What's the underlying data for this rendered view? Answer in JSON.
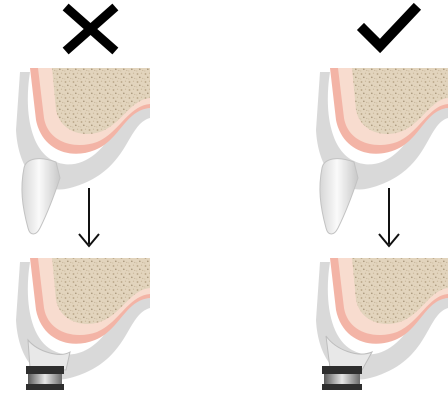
{
  "panels": [
    {
      "id": "incorrect",
      "verdict": "wrong",
      "symbol": "cross-mark",
      "symbol_color": "#000000"
    },
    {
      "id": "correct",
      "verdict": "right",
      "symbol": "check-mark",
      "symbol_color": "#000000"
    }
  ],
  "stages": [
    "natural-tooth-extraction-site",
    "implant-with-abutment"
  ],
  "transition": "down-arrow",
  "colors": {
    "bone": "#e2d4bd",
    "bone_speckle": "#b8a486",
    "periosteum": "#f2b2a4",
    "gingiva_inner": "#f7d9ce",
    "mucosa": "#d8d8d8",
    "mucosa_edge": "#bcbcbc",
    "tooth_light": "#f4f4f4",
    "tooth_shadow": "#cfcfcf",
    "abutment_dark": "#2b2b2b",
    "abutment_metal": "#bdbdbd"
  }
}
